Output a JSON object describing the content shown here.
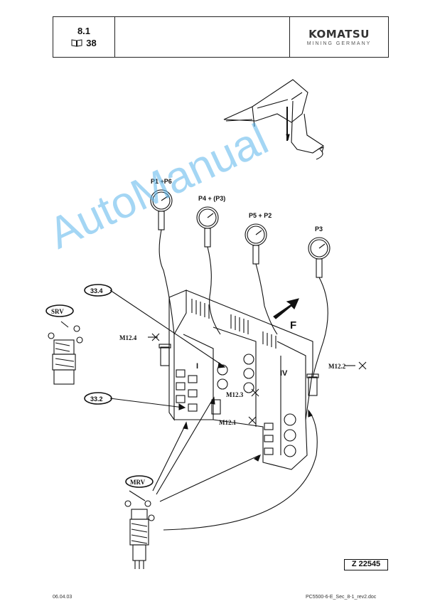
{
  "header": {
    "section": "8.1",
    "page": "38",
    "brand": "KOMATSU",
    "brand_sub": "MINING GERMANY"
  },
  "gauges": [
    {
      "label": "P1 +P6"
    },
    {
      "label": "P4 + (P3)"
    },
    {
      "label": "P5 + P2"
    },
    {
      "label": "P3"
    }
  ],
  "callouts": {
    "c33_4": "33.4",
    "c33_2": "33.2",
    "srv": "SRV",
    "mrv": "MRV"
  },
  "ports": {
    "m12_4": "M12.4",
    "m12_3": "M12.3",
    "m12_1": "M12.1",
    "m12_2": "M12.2"
  },
  "direction_label": "F",
  "block_labels": {
    "one": "I",
    "four": "IV"
  },
  "figure_id": "Z 22545",
  "footer": {
    "date": "06.04.03",
    "doc": "PC5500-6-E_Sec_8-1_rev2.doc"
  },
  "watermark": "AutoManual"
}
